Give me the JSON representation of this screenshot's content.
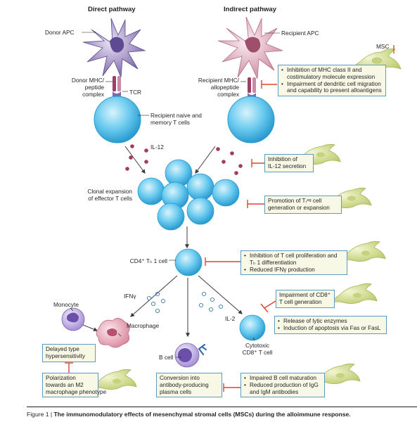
{
  "headers": {
    "direct": "Direct pathway",
    "indirect": "Indirect pathway"
  },
  "labels": {
    "donor_apc": "Donor APC",
    "recipient_apc": "Recipient APC",
    "msc": "MSC",
    "donor_mhc": "Donor MHC/\npeptide\ncomplex",
    "tcr": "TCR",
    "recipient_mhc": "Recipient MHC/\nallopeptide\ncomplex",
    "naive_memory": "Recipient naive and\nmemory T cells",
    "il12": "IL-12",
    "clonal": "Clonal expansion\nof effector T cells",
    "cd4": "CD4⁺ Tₕ 1 cell",
    "ifng": "IFNγ",
    "il2": "IL-2",
    "monocyte": "Monocyte",
    "macrophage": "Macrophage",
    "bcell": "B cell",
    "cytotoxic": "Cytotoxic\nCD8⁺ T cell"
  },
  "boxes": {
    "mhc_inhibition": [
      "Inhibition of MHC class II and costimulatory molecule expression",
      "Impairment of dendritic cell migration and capability to present alloantigens"
    ],
    "il12_inhibition": "Inhibition of\nIL-12 secretion",
    "treg": "Promotion of Tᵣᵉᵍ cell\ngeneration or expansion",
    "proliferation": [
      "Inhibition of T cell proliferation and Tₕ 1 differentiation",
      "Reduced IFNγ production"
    ],
    "cd8_impair": "Impairment of CD8⁺\nT cell generation",
    "lytic": [
      "Release of lytic enzymes",
      "Induction of apoptosis via Fas or FasL"
    ],
    "dth": "Delayed type\nhypersensitivity",
    "m2": "Polarization\ntowards an M2\nmacrophage phenotype",
    "plasma": "Conversion into\nantibody-producing\nplasma cells",
    "bcell_impair": [
      "Impaired B cell maturation",
      "Reduced production of IgG and IgM antibodies"
    ]
  },
  "caption": {
    "prefix": "Figure 1 | ",
    "title": "The immunomodulatory effects of mesenchymal stromal cells (MSCs) during the alloimmune response."
  },
  "colors": {
    "t_cell": "#5ec3ea",
    "t_cell_dark": "#2a9bd0",
    "donor_apc": "#8b7bb8",
    "recipient_apc": "#d9a3b4",
    "msc": "#d6e49a",
    "inhibit": "#e0442e",
    "box_border": "#5b9bc4",
    "box_fill": "#f7f8e6"
  }
}
